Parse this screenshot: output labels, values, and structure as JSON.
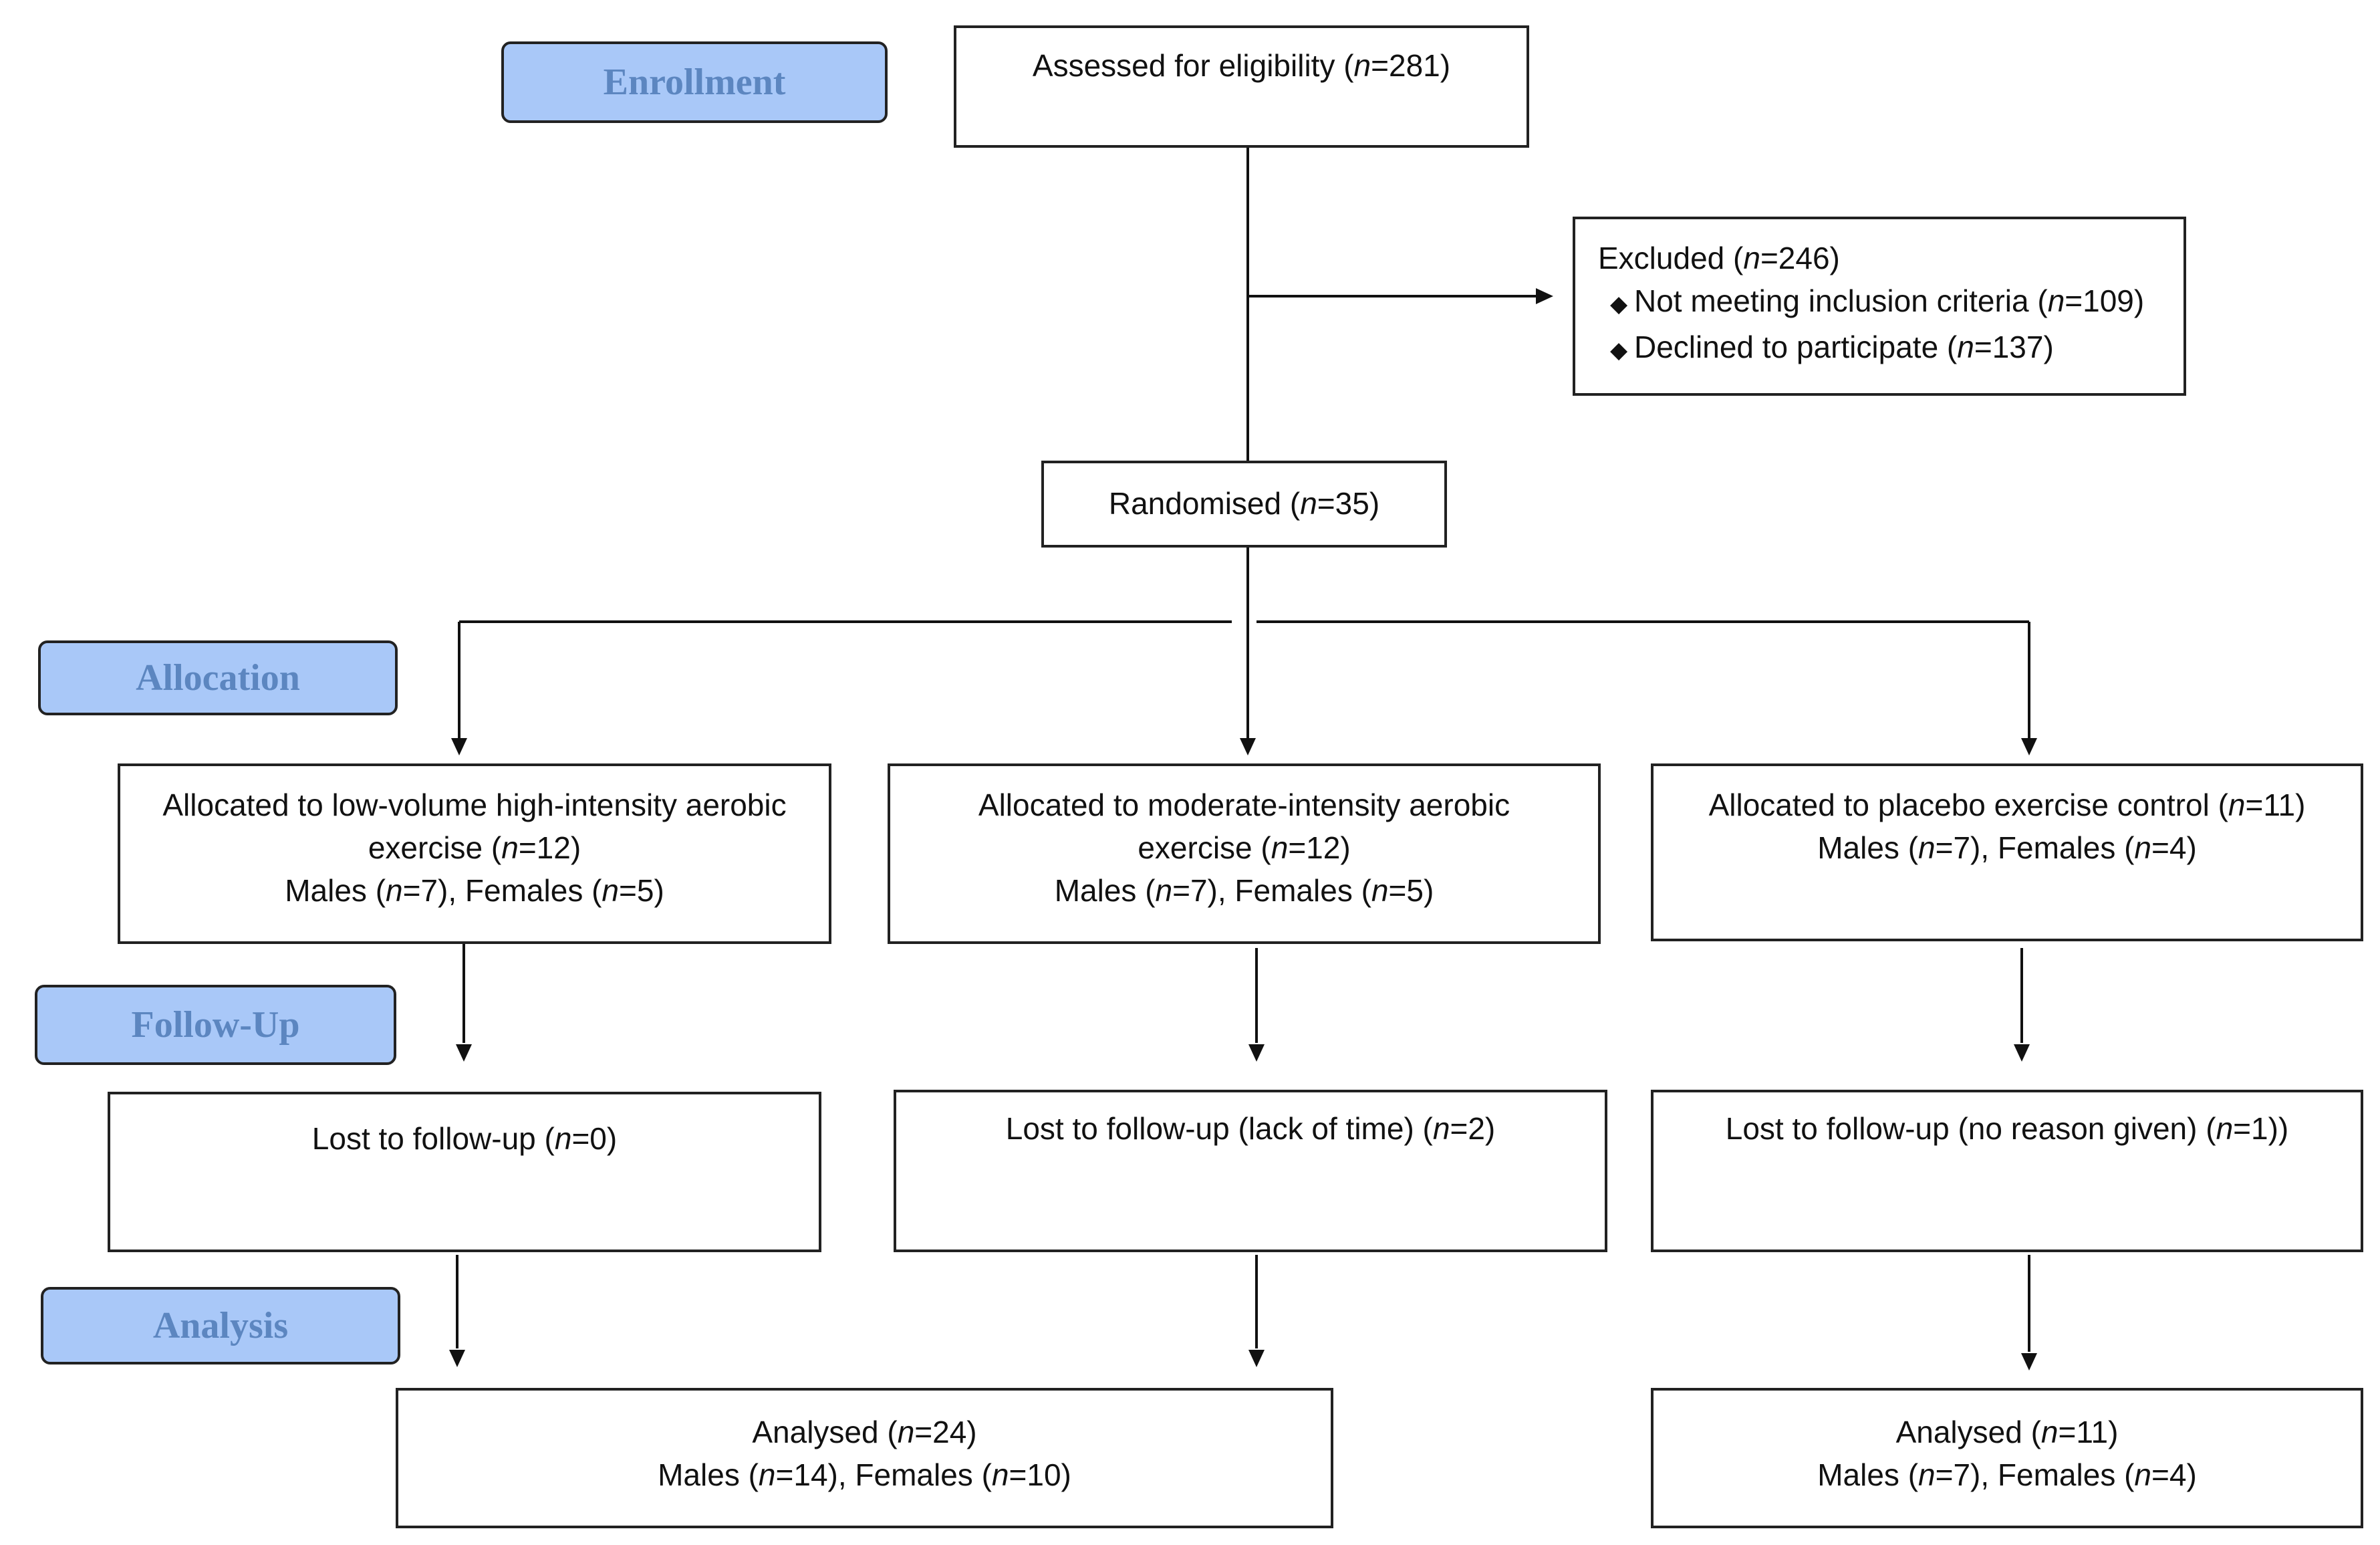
{
  "stages": {
    "enrollment": "Enrollment",
    "allocation": "Allocation",
    "follow_up": "Follow-Up",
    "analysis": "Analysis"
  },
  "n_symbol": "n",
  "assessed": {
    "pre": "Assessed for eligibility (",
    "val": "=281)"
  },
  "excluded": {
    "title": {
      "pre": "Excluded (",
      "val": "=246)"
    },
    "bullet_glyph": "◆",
    "items": [
      {
        "pre": "Not meeting inclusion criteria (",
        "val": "=109)"
      },
      {
        "pre": "Declined to participate (",
        "val": "=137)"
      }
    ]
  },
  "randomised": {
    "pre": "Randomised (",
    "val": "=35)"
  },
  "allocation": {
    "hiit": {
      "line1": "Allocated to low-volume high-intensity aerobic",
      "line2": {
        "pre": "exercise (",
        "val": "=12)"
      },
      "line3": {
        "males_pre": "Males (",
        "males_val": "=7), Females (",
        "females_val": "=5)"
      }
    },
    "moderate": {
      "line1": "Allocated to moderate-intensity aerobic",
      "line2": {
        "pre": "exercise (",
        "val": "=12)"
      },
      "line3": {
        "males_pre": "Males (",
        "males_val": "=7), Females (",
        "females_val": "=5)"
      }
    },
    "placebo": {
      "line1": {
        "pre": "Allocated to placebo exercise control (",
        "val": "=11)"
      },
      "line2": {
        "males_pre": "Males (",
        "males_val": "=7), Females (",
        "females_val": "=4)"
      }
    }
  },
  "follow_up": {
    "hiit": {
      "pre": "Lost to follow-up (",
      "val": "=0)"
    },
    "moderate": {
      "pre": "Lost to follow-up (lack of time) (",
      "val": "=2)"
    },
    "placebo": {
      "pre": "Lost to follow-up (no reason given) (",
      "val": "=1))"
    }
  },
  "analysis": {
    "exercise": {
      "line1": {
        "pre": "Analysed (",
        "val": "=24)"
      },
      "line2": {
        "males_pre": "Males (",
        "males_val": "=14), Females (",
        "females_val": "=10)"
      }
    },
    "placebo": {
      "line1": {
        "pre": "Analysed (",
        "val": "=11)"
      },
      "line2": {
        "males_pre": "Males (",
        "males_val": "=7), Females (",
        "females_val": "=4)"
      }
    }
  }
}
